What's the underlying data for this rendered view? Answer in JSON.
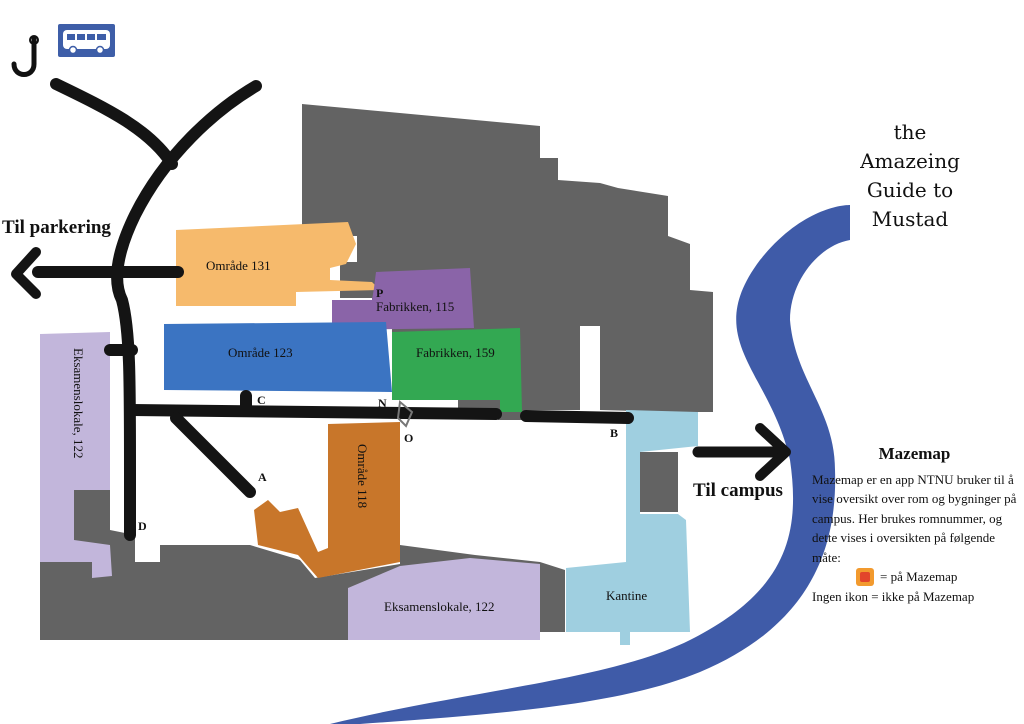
{
  "title": {
    "line1": "the",
    "line2": "Amazeing",
    "line3": "Guide to",
    "line4": "Mustad"
  },
  "directions": {
    "parking": "Til parkering",
    "campus": "Til campus"
  },
  "areas": {
    "omrade131": "Område 131",
    "fabrikken115": "Fabrikken, 115",
    "omrade123": "Område 123",
    "fabrikken159": "Fabrikken, 159",
    "eksamen122_left": "Eksamenslokale, 122",
    "omrade118": "Område 118",
    "eksamen122_bottom": "Eksamenslokale, 122",
    "kantine": "Kantine"
  },
  "points": {
    "P": "P",
    "C": "C",
    "N": "N",
    "O": "O",
    "B": "B",
    "A": "A",
    "D": "D"
  },
  "mazemap": {
    "heading": "Mazemap",
    "text": "Mazemap er en app NTNU bruker til å vise oversikt over rom og bygninger på campus. Her brukes romnummer, og dette vises i oversikten på følgende måte:",
    "icon_meaning": "= på Mazemap",
    "no_icon_meaning": "Ingen ikon = ikke på Mazemap"
  },
  "icons": {
    "bus": "bus-icon",
    "hook": "hook-icon",
    "mazemap": "mazemap-icon"
  },
  "colors": {
    "building": "#636363",
    "omrade131": "#f6ba6c",
    "fabrikken115": "#8a64a8",
    "omrade123": "#3b74c2",
    "fabrikken159": "#33a852",
    "eksamen122": "#c2b6db",
    "omrade118": "#c8762a",
    "kantine": "#9fcfe0",
    "river": "#3f5ba8",
    "road": "#141414",
    "bus_sign": "#3e5ea8"
  }
}
